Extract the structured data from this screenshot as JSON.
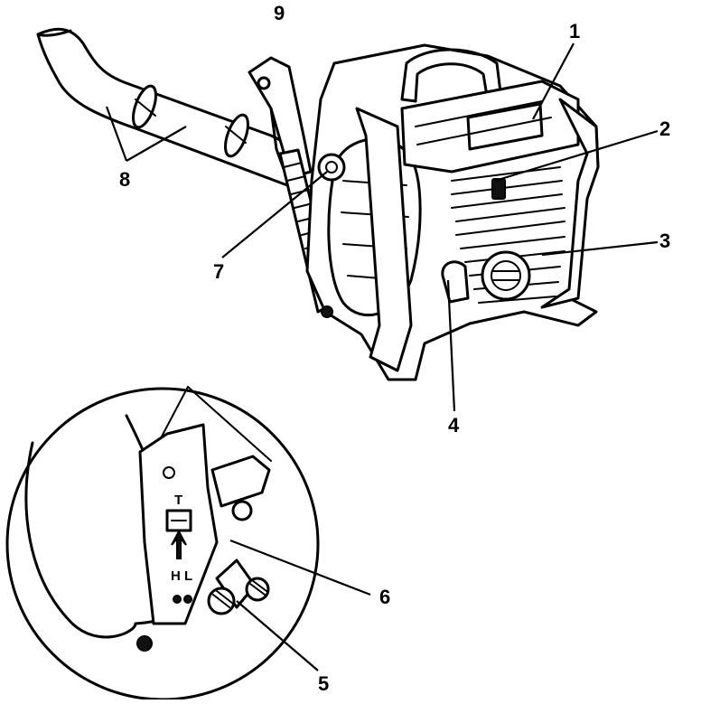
{
  "callouts": [
    {
      "id": "1",
      "label": "1"
    },
    {
      "id": "2",
      "label": "2"
    },
    {
      "id": "3",
      "label": "3"
    },
    {
      "id": "4",
      "label": "4"
    },
    {
      "id": "5",
      "label": "5"
    },
    {
      "id": "6",
      "label": "6"
    },
    {
      "id": "7",
      "label": "7"
    },
    {
      "id": "8",
      "label": "8"
    },
    {
      "id": "9",
      "label": "9"
    }
  ],
  "inset_markings": {
    "top_letter": "T",
    "bottom_letters": "H L"
  },
  "colors": {
    "ink": "#000000",
    "paper": "#ffffff"
  }
}
